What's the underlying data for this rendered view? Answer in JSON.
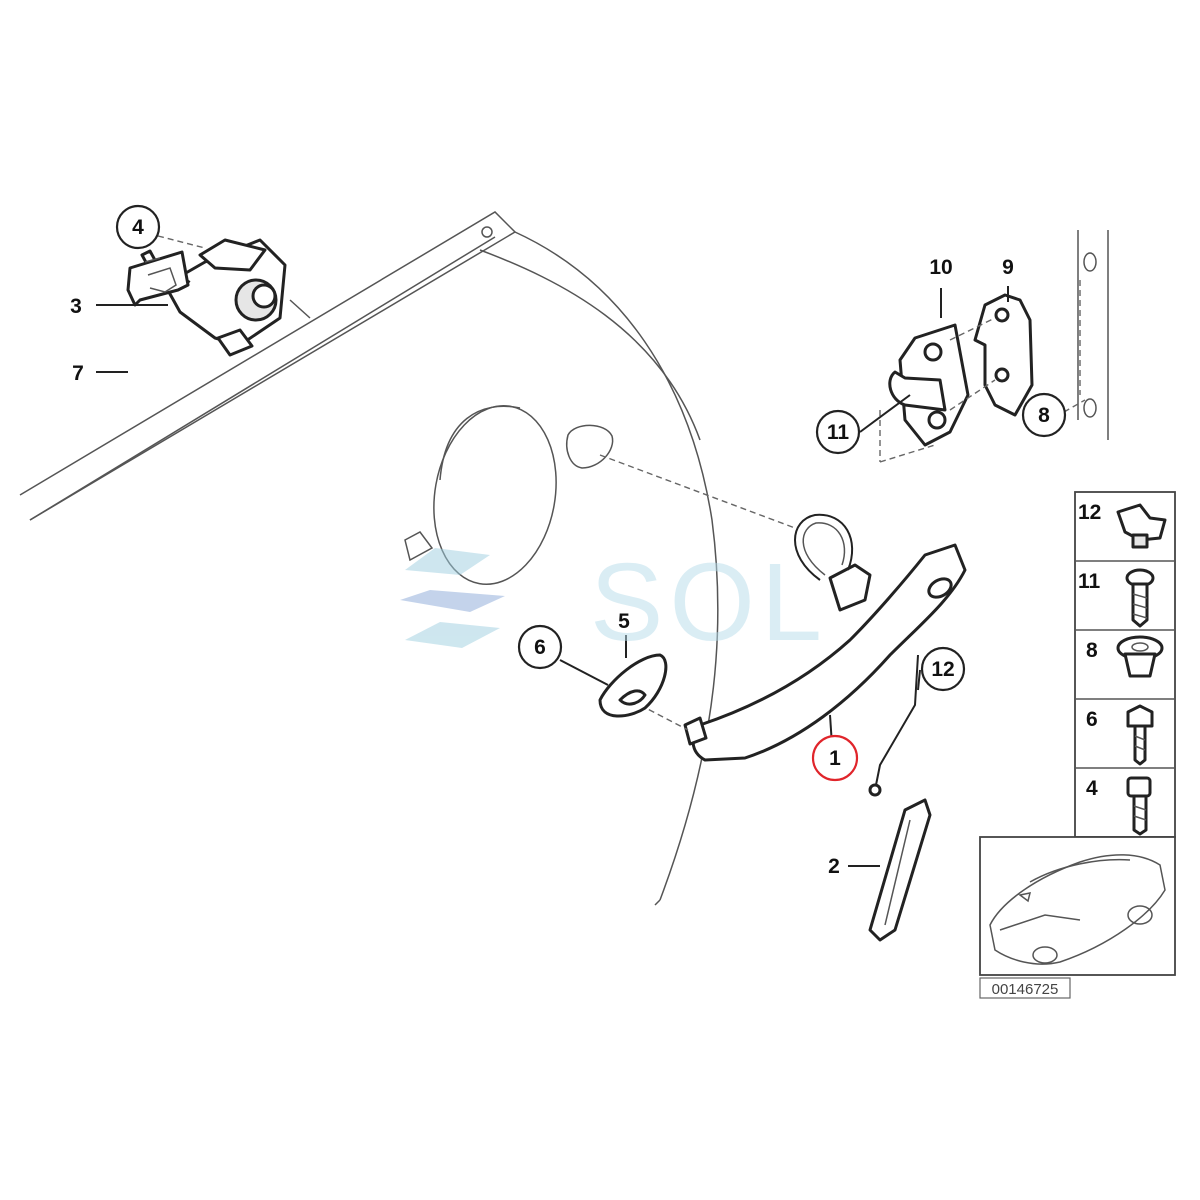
{
  "diagram_id": "00146725",
  "highlight_color": "#e0252b",
  "watermark": "SOL",
  "callouts": {
    "c4": "4",
    "c3": "3",
    "c7": "7",
    "c10": "10",
    "c9": "9",
    "c11": "11",
    "c8": "8",
    "c6": "6",
    "c5": "5",
    "c12": "12",
    "c1": "1",
    "c2": "2"
  },
  "fastener_table": [
    "12",
    "11",
    "8",
    "6",
    "4"
  ]
}
